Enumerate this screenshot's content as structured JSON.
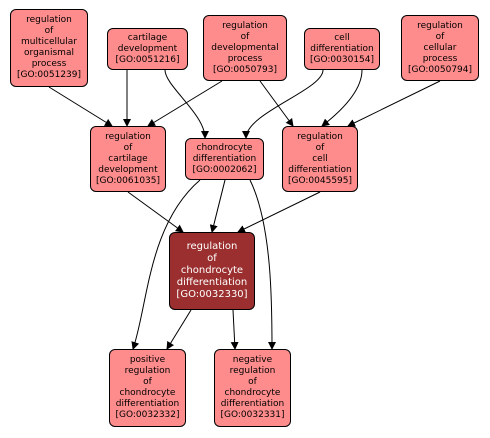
{
  "colors": {
    "node_fill": "#ff8c8c",
    "focus_fill": "#9b2f2f",
    "focus_text": "#ffffff",
    "node_text": "#000000",
    "edge": "#000000",
    "background": "#ffffff"
  },
  "nodes": [
    {
      "id": "GO:0051239",
      "lines": [
        "regulation",
        "of",
        "multicellular",
        "organismal",
        "process"
      ],
      "go_label": "[GO:0051239]"
    },
    {
      "id": "GO:0051216",
      "lines": [
        "cartilage",
        "development"
      ],
      "go_label": "[GO:0051216]"
    },
    {
      "id": "GO:0050793",
      "lines": [
        "regulation",
        "of",
        "developmental",
        "process"
      ],
      "go_label": "[GO:0050793]"
    },
    {
      "id": "GO:0030154",
      "lines": [
        "cell",
        "differentiation"
      ],
      "go_label": "[GO:0030154]"
    },
    {
      "id": "GO:0050794",
      "lines": [
        "regulation",
        "of",
        "cellular",
        "process"
      ],
      "go_label": "[GO:0050794]"
    },
    {
      "id": "GO:0061035",
      "lines": [
        "regulation",
        "of",
        "cartilage",
        "development"
      ],
      "go_label": "[GO:0061035]"
    },
    {
      "id": "GO:0002062",
      "lines": [
        "chondrocyte",
        "differentiation"
      ],
      "go_label": "[GO:0002062]"
    },
    {
      "id": "GO:0045595",
      "lines": [
        "regulation",
        "of",
        "cell",
        "differentiation"
      ],
      "go_label": "[GO:0045595]"
    },
    {
      "id": "GO:0032330",
      "lines": [
        "regulation",
        "of",
        "chondrocyte",
        "differentiation"
      ],
      "go_label": "[GO:0032330]",
      "focus": true
    },
    {
      "id": "GO:0032332",
      "lines": [
        "positive",
        "regulation",
        "of",
        "chondrocyte",
        "differentiation"
      ],
      "go_label": "[GO:0032332]"
    },
    {
      "id": "GO:0032331",
      "lines": [
        "negative",
        "regulation",
        "of",
        "chondrocyte",
        "differentiation"
      ],
      "go_label": "[GO:0032331]"
    }
  ],
  "edges": [
    [
      "GO:0051239",
      "GO:0061035"
    ],
    [
      "GO:0051216",
      "GO:0061035"
    ],
    [
      "GO:0051216",
      "GO:0002062"
    ],
    [
      "GO:0050793",
      "GO:0061035"
    ],
    [
      "GO:0050793",
      "GO:0045595"
    ],
    [
      "GO:0030154",
      "GO:0002062"
    ],
    [
      "GO:0030154",
      "GO:0045595"
    ],
    [
      "GO:0050794",
      "GO:0045595"
    ],
    [
      "GO:0061035",
      "GO:0032330"
    ],
    [
      "GO:0002062",
      "GO:0032330"
    ],
    [
      "GO:0045595",
      "GO:0032330"
    ],
    [
      "GO:0002062",
      "GO:0032332"
    ],
    [
      "GO:0002062",
      "GO:0032331"
    ],
    [
      "GO:0032330",
      "GO:0032332"
    ],
    [
      "GO:0032330",
      "GO:0032331"
    ]
  ]
}
